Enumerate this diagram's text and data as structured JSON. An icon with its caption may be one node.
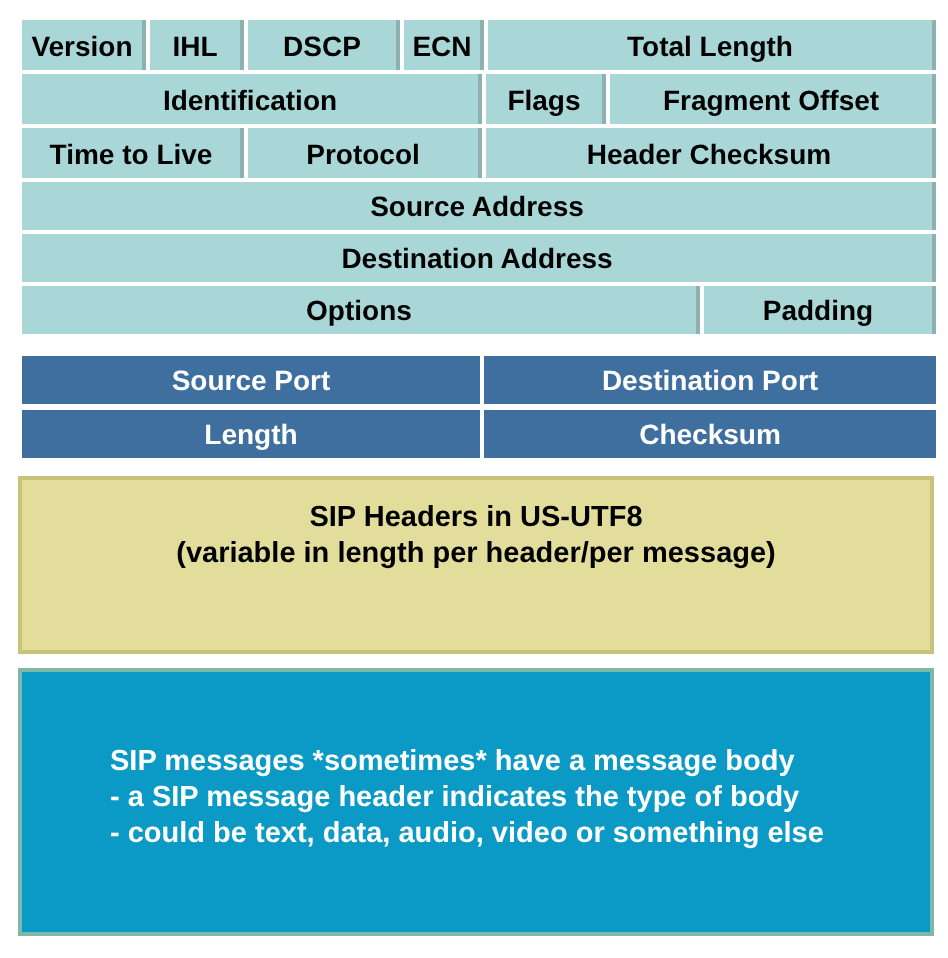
{
  "diagram": {
    "nodes": [
      {
        "text": [
          "Version"
        ]
      },
      {
        "text": [
          "IHL"
        ]
      },
      {
        "text": [
          "DSCP"
        ]
      },
      {
        "text": [
          "ECN"
        ]
      },
      {
        "text": [
          "Total Length"
        ]
      },
      {
        "text": [
          "Identification"
        ]
      },
      {
        "text": [
          "Flags"
        ]
      },
      {
        "text": [
          "Fragment Offset"
        ]
      },
      {
        "text": [
          "Time to Live"
        ]
      },
      {
        "text": [
          "Protocol"
        ]
      },
      {
        "text": [
          "Header Checksum"
        ]
      },
      {
        "text": [
          "Source Address"
        ]
      },
      {
        "text": [
          "Destination Address"
        ]
      },
      {
        "text": [
          "Options"
        ]
      },
      {
        "text": [
          "Padding"
        ]
      },
      {
        "text": [
          "Source Port"
        ]
      },
      {
        "text": [
          "Destination Port"
        ]
      },
      {
        "text": [
          "Length"
        ]
      },
      {
        "text": [
          "Checksum"
        ]
      },
      {
        "text": [
          "SIP Headers in US-UTF8",
          "(variable in length per header/per message)"
        ]
      },
      {
        "text": [
          "SIP messages *sometimes* have a message body",
          "- a SIP message header indicates the type of body",
          "- could be text, data, audio, video or something else"
        ]
      }
    ],
    "edges": []
  }
}
